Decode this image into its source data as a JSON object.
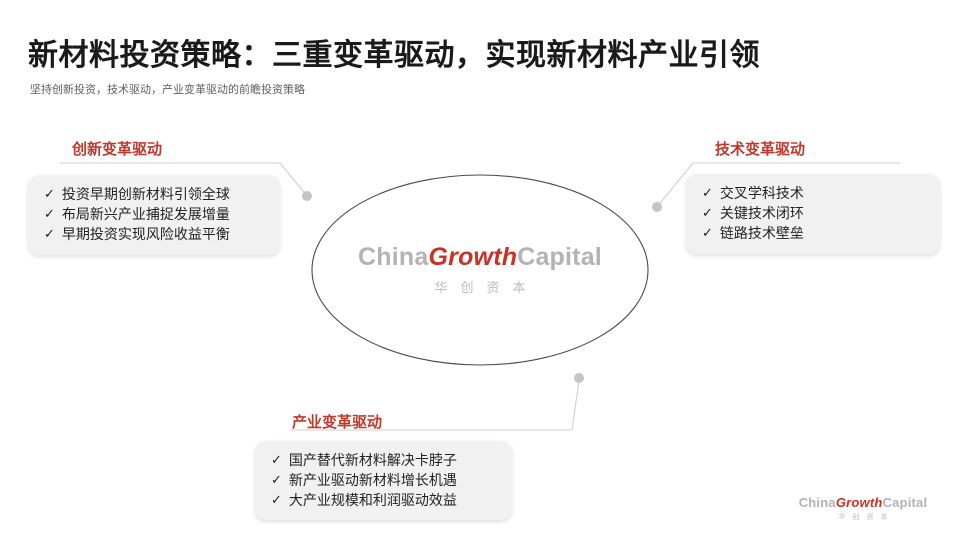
{
  "header": {
    "title": "新材料投资策略：三重变革驱动，实现新材料产业引领",
    "subtitle": "坚持创新投资，技术驱动，产业变革驱动的前瞻投资策略"
  },
  "colors": {
    "accent_red": "#c0392b",
    "logo_red": "#cc3124",
    "logo_gray": "#b3b3b3",
    "card_bg": "#f1f1f1",
    "title_text": "#1a1a1a",
    "connector": "#cfcfcf",
    "ellipse_stroke": "#4a4a4a"
  },
  "check_glyph": "✓",
  "branches": {
    "left": {
      "label": "创新变革驱动",
      "items": [
        "投资早期创新材料引领全球",
        "布局新兴产业捕捉发展增量",
        "早期投资实现风险收益平衡"
      ]
    },
    "right": {
      "label": "技术变革驱动",
      "items": [
        "交叉学科技术",
        "关键技术闭环",
        "链路技术壁垒"
      ]
    },
    "bottom": {
      "label": "产业变革驱动",
      "items": [
        "国产替代新材料解决卡脖子",
        "新产业驱动新材料增长机遇",
        "大产业规模和利润驱动效益"
      ]
    }
  },
  "center_logo": {
    "part1": "China",
    "part2": "Growth",
    "part3": "Capital",
    "chinese": "华创资本"
  },
  "footer_logo": {
    "part1": "China",
    "part2": "Growth",
    "part3": "Capital",
    "chinese": "华创资本"
  }
}
